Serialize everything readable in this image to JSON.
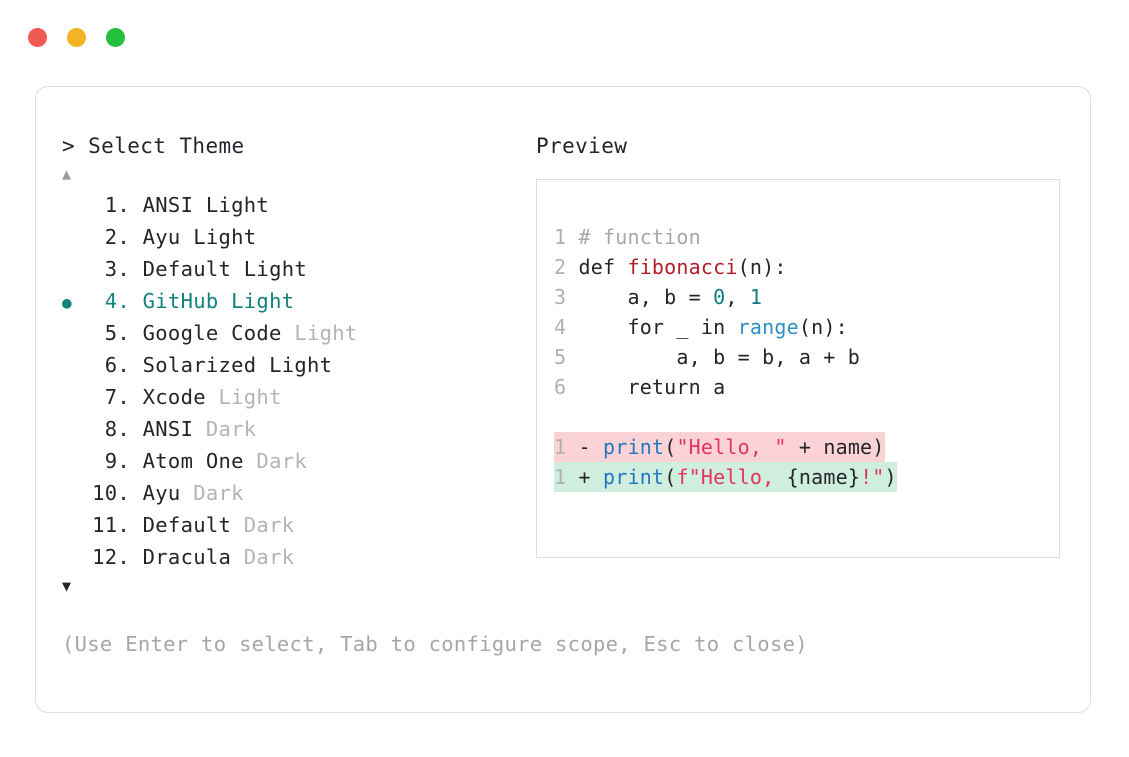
{
  "window": {
    "traffic_lights": [
      {
        "name": "close",
        "color": "#f05a53"
      },
      {
        "name": "minimize",
        "color": "#f5b225"
      },
      {
        "name": "zoom",
        "color": "#22c03c"
      }
    ]
  },
  "picker": {
    "prompt": "> Select Theme",
    "scroll_up_icon": "▲",
    "scroll_down_icon": "▼",
    "selected_index": 4,
    "selected_bullet": "●",
    "items": [
      {
        "num": " 1.",
        "name": "ANSI",
        "variant": "Light",
        "variant_dim": false
      },
      {
        "num": " 2.",
        "name": "Ayu",
        "variant": "Light",
        "variant_dim": false
      },
      {
        "num": " 3.",
        "name": "Default",
        "variant": "Light",
        "variant_dim": false
      },
      {
        "num": " 4.",
        "name": "GitHub",
        "variant": "Light",
        "variant_dim": false
      },
      {
        "num": " 5.",
        "name": "Google Code",
        "variant": "Light",
        "variant_dim": true
      },
      {
        "num": " 6.",
        "name": "Solarized",
        "variant": "Light",
        "variant_dim": false
      },
      {
        "num": " 7.",
        "name": "Xcode",
        "variant": "Light",
        "variant_dim": true
      },
      {
        "num": " 8.",
        "name": "ANSI",
        "variant": "Dark",
        "variant_dim": true
      },
      {
        "num": " 9.",
        "name": "Atom One",
        "variant": "Dark",
        "variant_dim": true
      },
      {
        "num": "10.",
        "name": "Ayu",
        "variant": "Dark",
        "variant_dim": true
      },
      {
        "num": "11.",
        "name": "Default",
        "variant": "Dark",
        "variant_dim": true
      },
      {
        "num": "12.",
        "name": "Dracula",
        "variant": "Dark",
        "variant_dim": true
      }
    ],
    "hint": "(Use Enter to select, Tab to configure scope, Esc to close)"
  },
  "preview": {
    "label": "Preview",
    "code_lines": [
      {
        "ln": "1",
        "tokens": [
          {
            "t": "# function",
            "c": "comment"
          }
        ]
      },
      {
        "ln": "2",
        "tokens": [
          {
            "t": "def ",
            "c": "plain"
          },
          {
            "t": "fibonacci",
            "c": "fn"
          },
          {
            "t": "(n):",
            "c": "plain"
          }
        ]
      },
      {
        "ln": "3",
        "tokens": [
          {
            "t": "    a, b = ",
            "c": "plain"
          },
          {
            "t": "0",
            "c": "num"
          },
          {
            "t": ", ",
            "c": "plain"
          },
          {
            "t": "1",
            "c": "num"
          }
        ]
      },
      {
        "ln": "4",
        "tokens": [
          {
            "t": "    for _ in ",
            "c": "plain"
          },
          {
            "t": "range",
            "c": "builtin"
          },
          {
            "t": "(n):",
            "c": "plain"
          }
        ]
      },
      {
        "ln": "5",
        "tokens": [
          {
            "t": "        a, b = b, a + b",
            "c": "plain"
          }
        ]
      },
      {
        "ln": "6",
        "tokens": [
          {
            "t": "    return a",
            "c": "plain"
          }
        ]
      }
    ],
    "diff_lines": [
      {
        "kind": "del",
        "ln": "1",
        "marker": "-",
        "bg": "#fbd2d6",
        "tokens": [
          {
            "t": "print",
            "c": "print"
          },
          {
            "t": "(",
            "c": "plain"
          },
          {
            "t": "\"Hello, \"",
            "c": "str"
          },
          {
            "t": " + name)",
            "c": "plain"
          }
        ]
      },
      {
        "kind": "add",
        "ln": "1",
        "marker": "+",
        "bg": "#cfeedd",
        "tokens": [
          {
            "t": "print",
            "c": "print"
          },
          {
            "t": "(",
            "c": "plain"
          },
          {
            "t": "f\"Hello, ",
            "c": "str"
          },
          {
            "t": "{name}",
            "c": "plain"
          },
          {
            "t": "!\"",
            "c": "str"
          },
          {
            "t": ")",
            "c": "plain"
          }
        ]
      }
    ]
  }
}
